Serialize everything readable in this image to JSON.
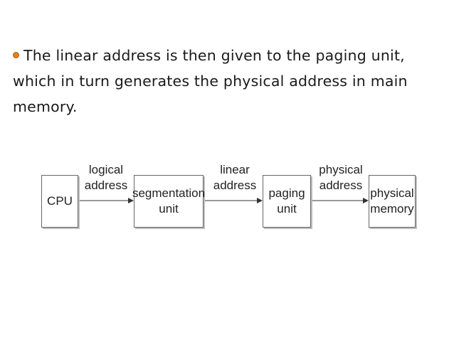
{
  "bullet_point": {
    "line1": "The linear address is then given to the paging unit,",
    "line2": "which in turn generates the physical address in main",
    "line3": "memory."
  },
  "diagram": {
    "nodes": {
      "cpu": {
        "label": "CPU"
      },
      "segmentation_unit": {
        "line1": "segmentation",
        "line2": "unit"
      },
      "paging_unit": {
        "line1": "paging",
        "line2": "unit"
      },
      "physical_memory": {
        "line1": "physical",
        "line2": "memory"
      }
    },
    "edges": {
      "cpu_to_segmentation": {
        "line1": "logical",
        "line2": "address"
      },
      "segmentation_to_paging": {
        "line1": "linear",
        "line2": "address"
      },
      "paging_to_memory": {
        "line1": "physical",
        "line2": "address"
      }
    },
    "colors": {
      "bullet": "#e0821e",
      "box_border": "#666666",
      "box_shadow": "#bdbdbd",
      "arrow": "#333333"
    }
  }
}
